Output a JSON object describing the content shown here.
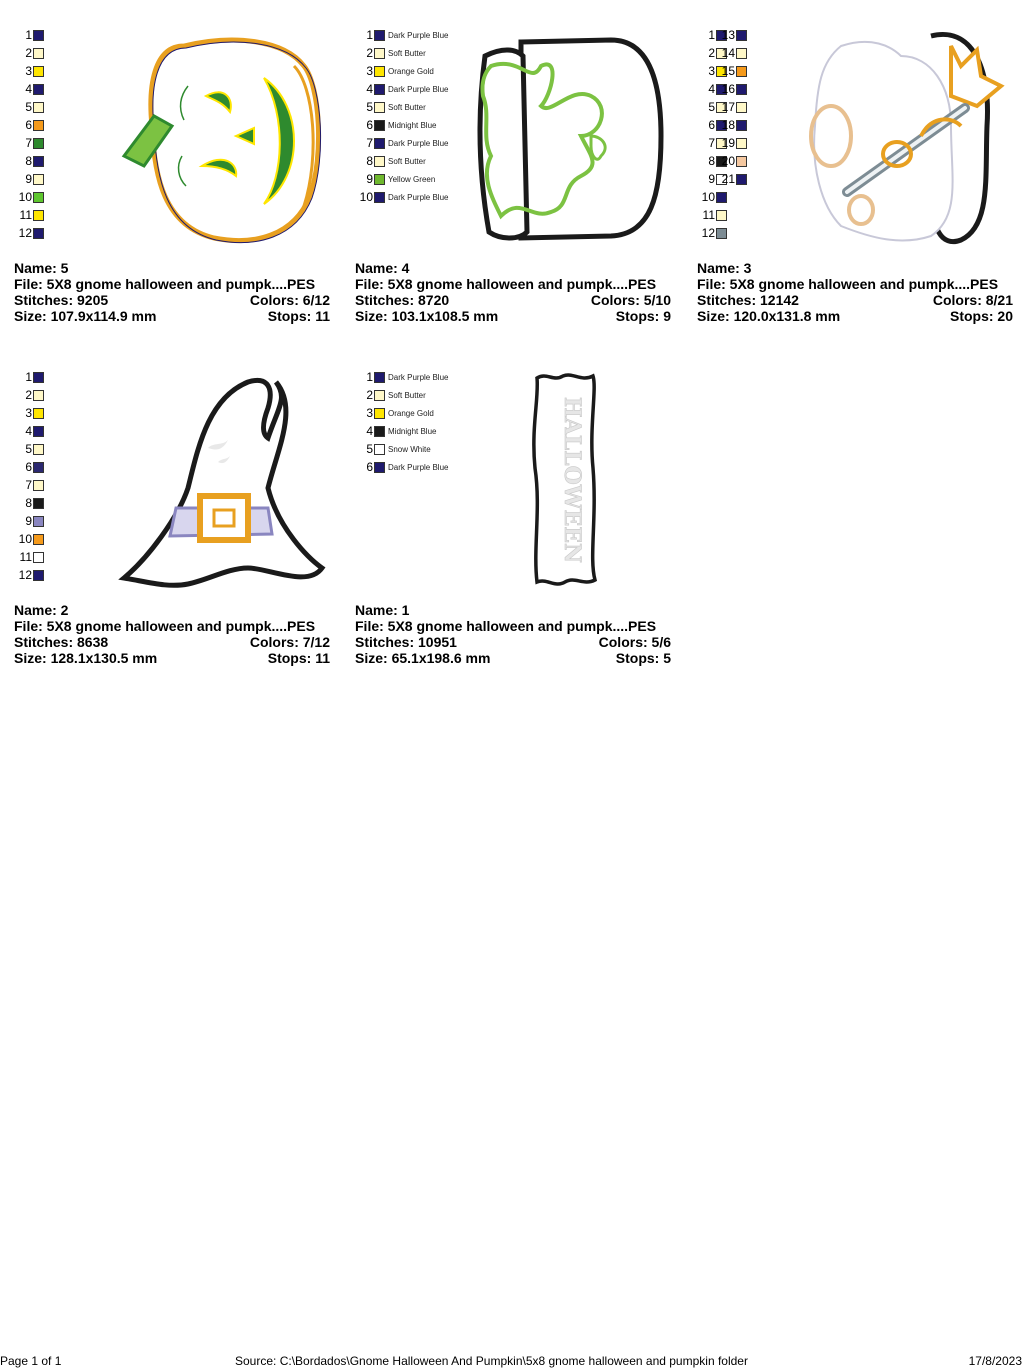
{
  "cards": [
    {
      "name_label": "Name: 5",
      "file_label": "File: 5X8 gnome halloween and pumpk....PES",
      "stitches_label": "Stitches: 9205",
      "colors_label": "Colors: 6/12",
      "size_label": "Size: 107.9x114.9 mm",
      "stops_label": "Stops: 11",
      "palette": [
        {
          "n": "1",
          "c": "#1f1a6e"
        },
        {
          "n": "2",
          "c": "#fff8c8"
        },
        {
          "n": "3",
          "c": "#ffe600"
        },
        {
          "n": "4",
          "c": "#1f1a6e"
        },
        {
          "n": "5",
          "c": "#fff8c8"
        },
        {
          "n": "6",
          "c": "#f59a1b"
        },
        {
          "n": "7",
          "c": "#2e8a2e"
        },
        {
          "n": "8",
          "c": "#1f1a6e"
        },
        {
          "n": "9",
          "c": "#fff8c8"
        },
        {
          "n": "10",
          "c": "#5ec62e"
        },
        {
          "n": "11",
          "c": "#ffe600"
        },
        {
          "n": "12",
          "c": "#1f1a6e"
        }
      ]
    },
    {
      "name_label": "Name: 4",
      "file_label": "File: 5X8 gnome halloween and pumpk....PES",
      "stitches_label": "Stitches: 8720",
      "colors_label": "Colors: 5/10",
      "size_label": "Size: 103.1x108.5 mm",
      "stops_label": "Stops: 9",
      "palette": [
        {
          "n": "1",
          "c": "#1f1a6e",
          "t": "Dark Purple Blue"
        },
        {
          "n": "2",
          "c": "#fff8c8",
          "t": "Soft Butter"
        },
        {
          "n": "3",
          "c": "#ffe600",
          "t": "Orange Gold"
        },
        {
          "n": "4",
          "c": "#1f1a6e",
          "t": "Dark Purple Blue"
        },
        {
          "n": "5",
          "c": "#fff8c8",
          "t": "Soft Butter"
        },
        {
          "n": "6",
          "c": "#1a1a1a",
          "t": "Midnight Blue"
        },
        {
          "n": "7",
          "c": "#1f1a6e",
          "t": "Dark Purple Blue"
        },
        {
          "n": "8",
          "c": "#fff8c8",
          "t": "Soft Butter"
        },
        {
          "n": "9",
          "c": "#6fb82e",
          "t": "Yellow Green"
        },
        {
          "n": "10",
          "c": "#1f1a6e",
          "t": "Dark Purple Blue"
        }
      ]
    },
    {
      "name_label": "Name: 3",
      "file_label": "File: 5X8 gnome halloween and pumpk....PES",
      "stitches_label": "Stitches: 12142",
      "colors_label": "Colors: 8/21",
      "size_label": "Size: 120.0x131.8 mm",
      "stops_label": "Stops: 20",
      "palette": [
        {
          "n": "1",
          "c": "#1f1a6e"
        },
        {
          "n": "2",
          "c": "#fff8c8"
        },
        {
          "n": "3",
          "c": "#ffe600"
        },
        {
          "n": "4",
          "c": "#1f1a6e"
        },
        {
          "n": "5",
          "c": "#fff8c8"
        },
        {
          "n": "6",
          "c": "#1f1a6e"
        },
        {
          "n": "7",
          "c": "#fff8c8"
        },
        {
          "n": "8",
          "c": "#1a1a1a"
        },
        {
          "n": "9",
          "c": "#ffffff"
        },
        {
          "n": "10",
          "c": "#1f1a6e"
        },
        {
          "n": "11",
          "c": "#fff8c8"
        },
        {
          "n": "12",
          "c": "#7d8c94"
        }
      ],
      "palette2": [
        {
          "n": "13",
          "c": "#1f1a6e"
        },
        {
          "n": "14",
          "c": "#fff8c8"
        },
        {
          "n": "15",
          "c": "#f59a1b"
        },
        {
          "n": "16",
          "c": "#1f1a6e"
        },
        {
          "n": "17",
          "c": "#fff8c8"
        },
        {
          "n": "18",
          "c": "#1f1a6e"
        },
        {
          "n": "19",
          "c": "#fff8c8"
        },
        {
          "n": "20",
          "c": "#f5c8a0"
        },
        {
          "n": "21",
          "c": "#1f1a6e"
        }
      ]
    },
    {
      "name_label": "Name: 2",
      "file_label": "File: 5X8 gnome halloween and pumpk....PES",
      "stitches_label": "Stitches: 8638",
      "colors_label": "Colors: 7/12",
      "size_label": "Size: 128.1x130.5 mm",
      "stops_label": "Stops: 11",
      "palette": [
        {
          "n": "1",
          "c": "#1f1a6e"
        },
        {
          "n": "2",
          "c": "#fff8c8"
        },
        {
          "n": "3",
          "c": "#ffe600"
        },
        {
          "n": "4",
          "c": "#1f1a6e"
        },
        {
          "n": "5",
          "c": "#fff8c8"
        },
        {
          "n": "6",
          "c": "#2b2870"
        },
        {
          "n": "7",
          "c": "#fff8c8"
        },
        {
          "n": "8",
          "c": "#1a1a1a"
        },
        {
          "n": "9",
          "c": "#8a86c0"
        },
        {
          "n": "10",
          "c": "#f59a1b"
        },
        {
          "n": "11",
          "c": "#ffffff"
        },
        {
          "n": "12",
          "c": "#1f1a6e"
        }
      ]
    },
    {
      "name_label": "Name: 1",
      "file_label": "File: 5X8 gnome halloween and pumpk....PES",
      "stitches_label": "Stitches: 10951",
      "colors_label": "Colors: 5/6",
      "size_label": "Size: 65.1x198.6 mm",
      "stops_label": "Stops: 5",
      "palette": [
        {
          "n": "1",
          "c": "#1f1a6e",
          "t": "Dark Purple Blue"
        },
        {
          "n": "2",
          "c": "#fff8c8",
          "t": "Soft Butter"
        },
        {
          "n": "3",
          "c": "#ffe600",
          "t": "Orange Gold"
        },
        {
          "n": "4",
          "c": "#1a1a1a",
          "t": "Midnight Blue"
        },
        {
          "n": "5",
          "c": "#ffffff",
          "t": "Snow White"
        },
        {
          "n": "6",
          "c": "#1f1a6e",
          "t": "Dark Purple Blue"
        }
      ],
      "art_text": "HALLOWEEN"
    }
  ],
  "footer": {
    "page": "Page 1 of 1",
    "source": "Source: C:\\Bordados\\Gnome Halloween And Pumpkin\\5x8 gnome halloween and pumpkin folder",
    "date": "17/8/2023"
  },
  "colors": {
    "orange_gold": "#e8a020",
    "lime": "#7cc242",
    "green_dark": "#2e8a2e",
    "outline_black": "#1a1a1a",
    "lavender": "#8a86c0",
    "tan": "#e8c090",
    "steel": "#7d8c94"
  }
}
